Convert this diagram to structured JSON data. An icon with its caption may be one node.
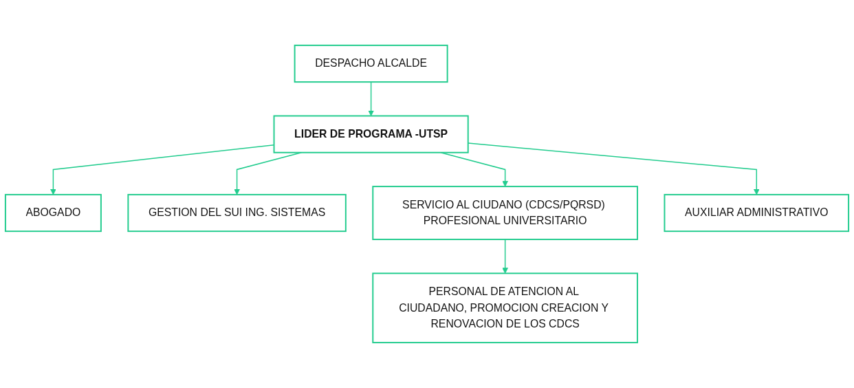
{
  "diagram": {
    "nodes": [
      {
        "text": [
          "DESPACHO ALCALDE"
        ]
      },
      {
        "text": [
          "LIDER DE PROGRAMA -UTSP"
        ]
      },
      {
        "text": [
          "ABOGADO"
        ]
      },
      {
        "text": [
          "GESTION DEL SUI ING. SISTEMAS"
        ]
      },
      {
        "text": [
          "SERVICIO AL CIUDANO (CDCS/PQRSD) PROFESIONAL UNIVERSITARIO"
        ]
      },
      {
        "text": [
          "PERSONAL DE ATENCION AL CIUDADANO, PROMOCION CREACION Y RENOVACION DE LOS CDCS"
        ]
      },
      {
        "text": [
          "AUXILIAR ADMINISTRATIVO"
        ]
      }
    ],
    "edges": [
      {
        "from": 0,
        "to": 1,
        "arrow": "to"
      },
      {
        "from": 1,
        "to": 2,
        "arrow": "to"
      },
      {
        "from": 1,
        "to": 3,
        "arrow": "to"
      },
      {
        "from": 1,
        "to": 4,
        "arrow": "to"
      },
      {
        "from": 1,
        "to": 6,
        "arrow": "to"
      },
      {
        "from": 4,
        "to": 5,
        "arrow": "to"
      }
    ]
  }
}
